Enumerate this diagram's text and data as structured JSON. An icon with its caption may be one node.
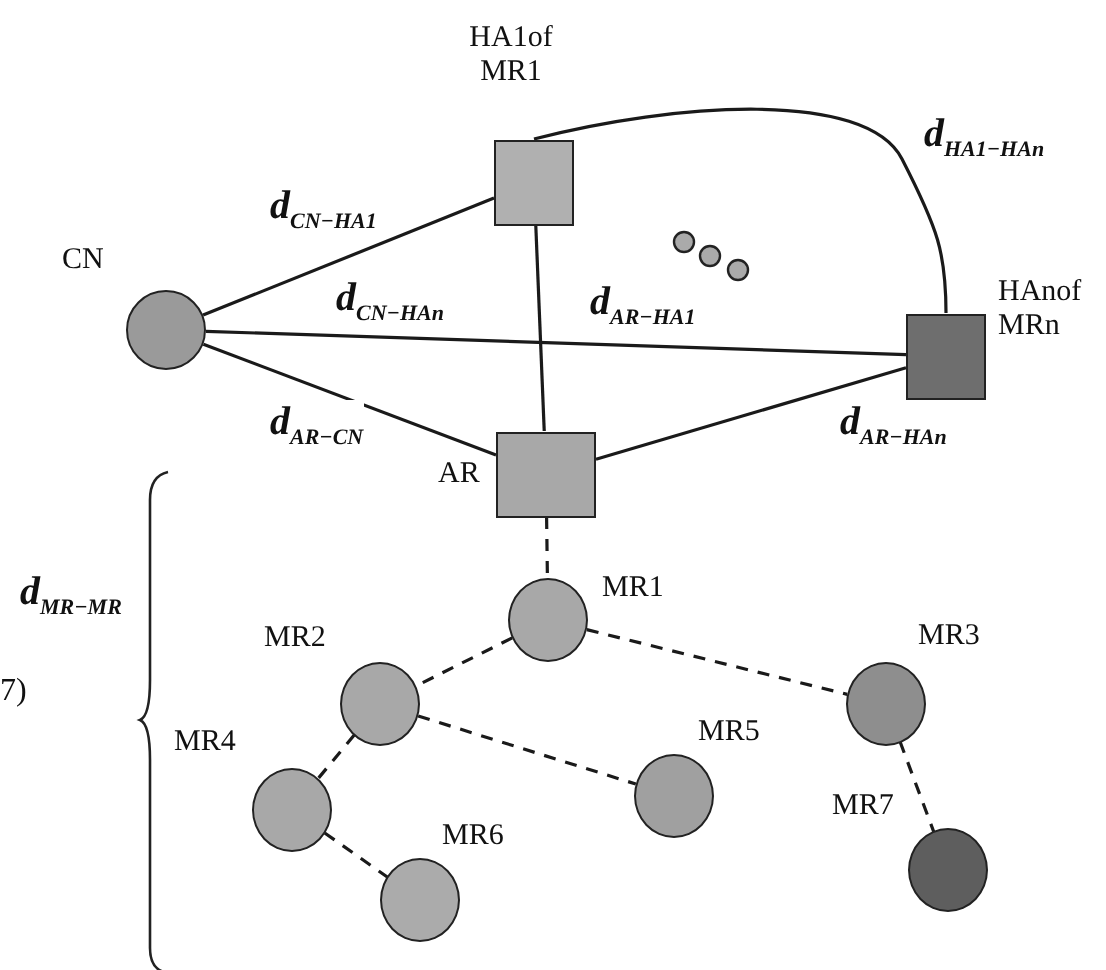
{
  "diagram": {
    "nodes": [
      {
        "text": [
          "CN"
        ]
      },
      {
        "text": [
          "HA1of MR1"
        ]
      },
      {
        "text": [
          "HAnof MRn"
        ]
      },
      {
        "text": [
          "AR"
        ]
      },
      {
        "text": [
          "MR1"
        ]
      },
      {
        "text": [
          "MR2"
        ]
      },
      {
        "text": [
          "MR3"
        ]
      },
      {
        "text": [
          "MR4"
        ]
      },
      {
        "text": [
          "MR5"
        ]
      },
      {
        "text": [
          "MR6"
        ]
      },
      {
        "text": [
          "MR7"
        ]
      }
    ],
    "edges": [
      {
        "from": 0,
        "to": 1,
        "arrow": "none",
        "label": "d$_{CN−HA1}$"
      },
      {
        "from": 1,
        "to": 2,
        "arrow": "none",
        "label": "d$_{HA1−HAn}$"
      },
      {
        "from": 0,
        "to": 2,
        "arrow": "none",
        "label": "d$_{CN−HAn}$"
      },
      {
        "from": 1,
        "to": 3,
        "arrow": "none",
        "label": "d$_{AR−HA1}$"
      },
      {
        "from": 0,
        "to": 3,
        "arrow": "none",
        "label": "d$_{AR−CN}$"
      },
      {
        "from": 3,
        "to": 2,
        "arrow": "none",
        "label": "d$_{AR−HAn}$"
      },
      {
        "from": 3,
        "to": 4,
        "arrow": "none",
        "style": "dashed"
      },
      {
        "from": 4,
        "to": 5,
        "arrow": "none",
        "style": "dashed"
      },
      {
        "from": 4,
        "to": 6,
        "arrow": "none",
        "style": "dashed"
      },
      {
        "from": 5,
        "to": 7,
        "arrow": "none",
        "style": "dashed"
      },
      {
        "from": 5,
        "to": 8,
        "arrow": "none",
        "style": "dashed"
      },
      {
        "from": 6,
        "to": 10,
        "arrow": "none",
        "style": "dashed"
      },
      {
        "from": 7,
        "to": 9,
        "arrow": "none",
        "style": "dashed"
      }
    ],
    "labels": [
      "d$_{MR−MR}$",
      "7)"
    ]
  }
}
